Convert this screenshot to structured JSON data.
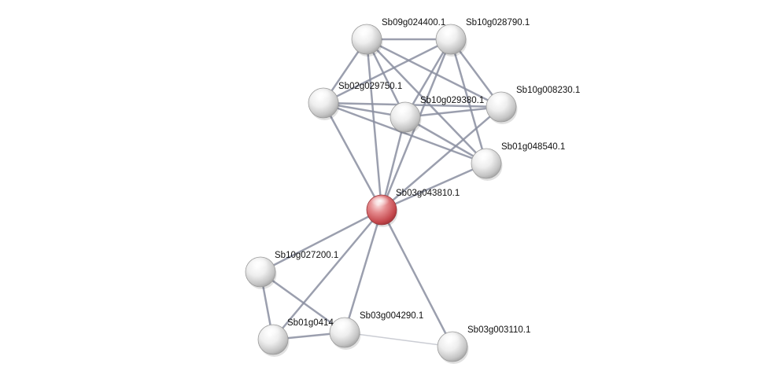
{
  "colors": {
    "edge_strong": "#8a8ea0",
    "edge_weak": "#c2c4cd",
    "node_default": "#e6e6e6",
    "node_query": "#d9686c",
    "background": "#ffffff"
  },
  "network": {
    "nodes": [
      {
        "id": "sb09g024400",
        "label": "Sb09g024400.1",
        "query": false
      },
      {
        "id": "sb10g028790",
        "label": "Sb10g028790.1",
        "query": false
      },
      {
        "id": "sb02g029750",
        "label": "Sb02g029750.1",
        "query": false
      },
      {
        "id": "sb10g029380",
        "label": "Sb10g029380.1",
        "query": false
      },
      {
        "id": "sb10g008230",
        "label": "Sb10g008230.1",
        "query": false
      },
      {
        "id": "sb01g048540",
        "label": "Sb01g048540.1",
        "query": false
      },
      {
        "id": "sb03g043810",
        "label": "Sb03g043810.1",
        "query": true
      },
      {
        "id": "sb10g027200",
        "label": "Sb10g027200.1",
        "query": false
      },
      {
        "id": "sb01g041",
        "label": "Sb01g0414",
        "query": false
      },
      {
        "id": "sb03g004290",
        "label": "Sb03g004290.1",
        "query": false
      },
      {
        "id": "sb03g003110",
        "label": "Sb03g003110.1",
        "query": false
      }
    ],
    "edges": [
      {
        "source": "sb09g024400",
        "target": "sb10g028790",
        "weight": "strong"
      },
      {
        "source": "sb09g024400",
        "target": "sb02g029750",
        "weight": "strong"
      },
      {
        "source": "sb09g024400",
        "target": "sb10g029380",
        "weight": "strong"
      },
      {
        "source": "sb09g024400",
        "target": "sb10g008230",
        "weight": "strong"
      },
      {
        "source": "sb09g024400",
        "target": "sb01g048540",
        "weight": "strong"
      },
      {
        "source": "sb09g024400",
        "target": "sb03g043810",
        "weight": "strong"
      },
      {
        "source": "sb10g028790",
        "target": "sb02g029750",
        "weight": "strong"
      },
      {
        "source": "sb10g028790",
        "target": "sb10g029380",
        "weight": "strong"
      },
      {
        "source": "sb10g028790",
        "target": "sb10g008230",
        "weight": "strong"
      },
      {
        "source": "sb10g028790",
        "target": "sb01g048540",
        "weight": "strong"
      },
      {
        "source": "sb10g028790",
        "target": "sb03g043810",
        "weight": "strong"
      },
      {
        "source": "sb02g029750",
        "target": "sb10g029380",
        "weight": "strong"
      },
      {
        "source": "sb02g029750",
        "target": "sb10g008230",
        "weight": "strong"
      },
      {
        "source": "sb02g029750",
        "target": "sb01g048540",
        "weight": "strong"
      },
      {
        "source": "sb02g029750",
        "target": "sb03g043810",
        "weight": "strong"
      },
      {
        "source": "sb10g029380",
        "target": "sb10g008230",
        "weight": "strong"
      },
      {
        "source": "sb10g029380",
        "target": "sb01g048540",
        "weight": "strong"
      },
      {
        "source": "sb10g029380",
        "target": "sb03g043810",
        "weight": "strong"
      },
      {
        "source": "sb10g008230",
        "target": "sb03g043810",
        "weight": "strong"
      },
      {
        "source": "sb01g048540",
        "target": "sb03g043810",
        "weight": "strong"
      },
      {
        "source": "sb03g043810",
        "target": "sb10g027200",
        "weight": "strong"
      },
      {
        "source": "sb03g043810",
        "target": "sb01g041",
        "weight": "strong"
      },
      {
        "source": "sb03g043810",
        "target": "sb03g004290",
        "weight": "strong"
      },
      {
        "source": "sb03g043810",
        "target": "sb03g003110",
        "weight": "strong"
      },
      {
        "source": "sb10g027200",
        "target": "sb01g041",
        "weight": "strong"
      },
      {
        "source": "sb10g027200",
        "target": "sb03g004290",
        "weight": "strong"
      },
      {
        "source": "sb01g041",
        "target": "sb03g004290",
        "weight": "strong"
      },
      {
        "source": "sb03g004290",
        "target": "sb03g003110",
        "weight": "weak"
      }
    ]
  }
}
